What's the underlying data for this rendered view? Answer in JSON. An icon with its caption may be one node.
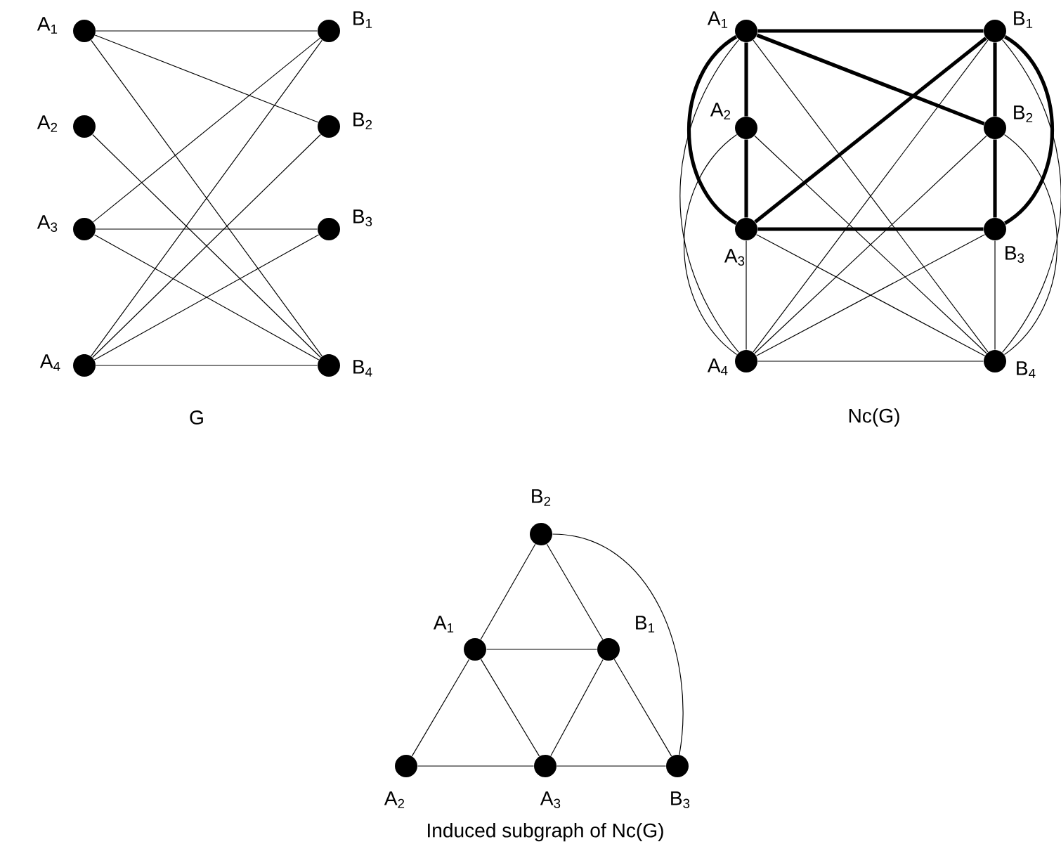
{
  "diagram": {
    "nodes": [
      {
        "text": [],
        "shape": "circle",
        "beside": [
          "A$_{1}$"
        ]
      },
      {
        "text": [],
        "shape": "circle",
        "beside": [
          "A$_{2}$"
        ]
      },
      {
        "text": [],
        "shape": "circle",
        "beside": [
          "A$_{3}$"
        ]
      },
      {
        "text": [],
        "shape": "circle",
        "beside": [
          "A$_{4}$"
        ]
      },
      {
        "text": [],
        "shape": "circle",
        "beside": [
          "B$_{1}$"
        ]
      },
      {
        "text": [],
        "shape": "circle",
        "beside": [
          "B$_{2}$"
        ]
      },
      {
        "text": [],
        "shape": "circle",
        "beside": [
          "B$_{3}$"
        ]
      },
      {
        "text": [],
        "shape": "circle",
        "beside": [
          "B$_{4}$"
        ]
      },
      {
        "text": [],
        "shape": "circle",
        "beside": [
          "A$_{1}$"
        ]
      },
      {
        "text": [],
        "shape": "circle",
        "beside": [
          "A$_{2}$"
        ]
      },
      {
        "text": [],
        "shape": "circle",
        "beside": [
          "A$_{3}$"
        ]
      },
      {
        "text": [],
        "shape": "circle",
        "beside": [
          "A$_{4}$"
        ]
      },
      {
        "text": [],
        "shape": "circle",
        "beside": [
          "B$_{1}$"
        ]
      },
      {
        "text": [],
        "shape": "circle",
        "beside": [
          "B$_{2}$"
        ]
      },
      {
        "text": [],
        "shape": "circle",
        "beside": [
          "B$_{3}$"
        ]
      },
      {
        "text": [],
        "shape": "circle",
        "beside": [
          "B$_{4}$"
        ]
      },
      {
        "text": [],
        "shape": "circle",
        "beside": [
          "B$_{2}$"
        ]
      },
      {
        "text": [],
        "shape": "circle",
        "beside": [
          "A$_{1}$"
        ]
      },
      {
        "text": [],
        "shape": "circle",
        "beside": [
          "B$_{1}$"
        ]
      },
      {
        "text": [],
        "shape": "circle",
        "beside": [
          "A$_{2}$"
        ]
      },
      {
        "text": [],
        "shape": "circle",
        "beside": [
          "A$_{3}$"
        ]
      },
      {
        "text": [],
        "shape": "circle",
        "beside": [
          "B$_{3}$"
        ]
      }
    ],
    "edges": [
      {
        "from": 0,
        "to": 4,
        "arrow": "none"
      },
      {
        "from": 0,
        "to": 5,
        "arrow": "none"
      },
      {
        "from": 0,
        "to": 7,
        "arrow": "none"
      },
      {
        "from": 1,
        "to": 7,
        "arrow": "none"
      },
      {
        "from": 2,
        "to": 4,
        "arrow": "none"
      },
      {
        "from": 2,
        "to": 6,
        "arrow": "none"
      },
      {
        "from": 2,
        "to": 7,
        "arrow": "none"
      },
      {
        "from": 3,
        "to": 4,
        "arrow": "none"
      },
      {
        "from": 3,
        "to": 5,
        "arrow": "none"
      },
      {
        "from": 3,
        "to": 6,
        "arrow": "none"
      },
      {
        "from": 3,
        "to": 7,
        "arrow": "none"
      },
      {
        "from": 8,
        "to": 12,
        "arrow": "none",
        "style": "thick"
      },
      {
        "from": 8,
        "to": 9,
        "arrow": "none",
        "style": "thick"
      },
      {
        "from": 9,
        "to": 10,
        "arrow": "none",
        "style": "thick"
      },
      {
        "from": 8,
        "to": 13,
        "arrow": "none",
        "style": "thick"
      },
      {
        "from": 10,
        "to": 12,
        "arrow": "none",
        "style": "thick"
      },
      {
        "from": 10,
        "to": 14,
        "arrow": "none",
        "style": "thick"
      },
      {
        "from": 8,
        "to": 10,
        "arrow": "none",
        "style": "thick"
      },
      {
        "from": 12,
        "to": 13,
        "arrow": "none",
        "style": "thick"
      },
      {
        "from": 13,
        "to": 14,
        "arrow": "none",
        "style": "thick"
      },
      {
        "from": 12,
        "to": 14,
        "arrow": "none",
        "style": "thick"
      },
      {
        "from": 8,
        "to": 11,
        "arrow": "none"
      },
      {
        "from": 9,
        "to": 11,
        "arrow": "none"
      },
      {
        "from": 12,
        "to": 15,
        "arrow": "none"
      },
      {
        "from": 13,
        "to": 15,
        "arrow": "none"
      },
      {
        "from": 10,
        "to": 11,
        "arrow": "none"
      },
      {
        "from": 14,
        "to": 15,
        "arrow": "none"
      },
      {
        "from": 11,
        "to": 15,
        "arrow": "none"
      },
      {
        "from": 8,
        "to": 15,
        "arrow": "none"
      },
      {
        "from": 9,
        "to": 15,
        "arrow": "none"
      },
      {
        "from": 10,
        "to": 15,
        "arrow": "none"
      },
      {
        "from": 11,
        "to": 12,
        "arrow": "none"
      },
      {
        "from": 11,
        "to": 13,
        "arrow": "none"
      },
      {
        "from": 11,
        "to": 14,
        "arrow": "none"
      },
      {
        "from": 16,
        "to": 17,
        "arrow": "none"
      },
      {
        "from": 16,
        "to": 18,
        "arrow": "none"
      },
      {
        "from": 16,
        "to": 21,
        "arrow": "none"
      },
      {
        "from": 17,
        "to": 18,
        "arrow": "none"
      },
      {
        "from": 17,
        "to": 19,
        "arrow": "none"
      },
      {
        "from": 17,
        "to": 20,
        "arrow": "none"
      },
      {
        "from": 18,
        "to": 20,
        "arrow": "none"
      },
      {
        "from": 18,
        "to": 21,
        "arrow": "none"
      },
      {
        "from": 19,
        "to": 20,
        "arrow": "none"
      },
      {
        "from": 20,
        "to": 21,
        "arrow": "none"
      }
    ],
    "labels": [
      "G",
      "Nc(G)",
      "Induced subgraph of Nc(G)"
    ]
  }
}
